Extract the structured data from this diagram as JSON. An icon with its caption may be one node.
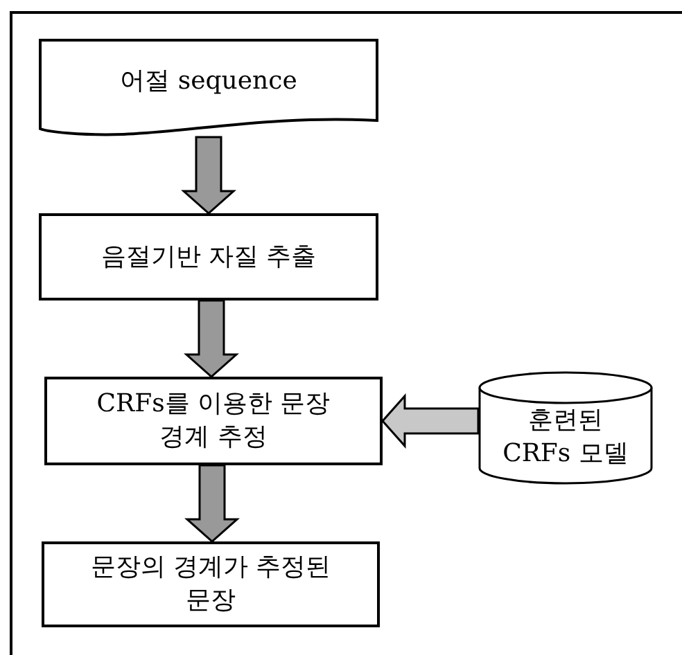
{
  "diagram": {
    "nodes": [
      {
        "text": [
          "어절 sequence"
        ]
      },
      {
        "text": [
          "음절기반 자질 추출"
        ]
      },
      {
        "text": [
          "CRFs를 이용한 문장 경계 추정"
        ]
      },
      {
        "text": [
          "훈련된 CRFs 모델"
        ]
      },
      {
        "text": [
          "문장의 경계가 추정된 문장"
        ]
      }
    ],
    "edges": [
      {
        "from": 0,
        "to": 1,
        "arrow": "to"
      },
      {
        "from": 1,
        "to": 2,
        "arrow": "to"
      },
      {
        "from": 3,
        "to": 2,
        "arrow": "to",
        "color": "#c8c8c8"
      },
      {
        "from": 2,
        "to": 4,
        "arrow": "to"
      }
    ]
  }
}
